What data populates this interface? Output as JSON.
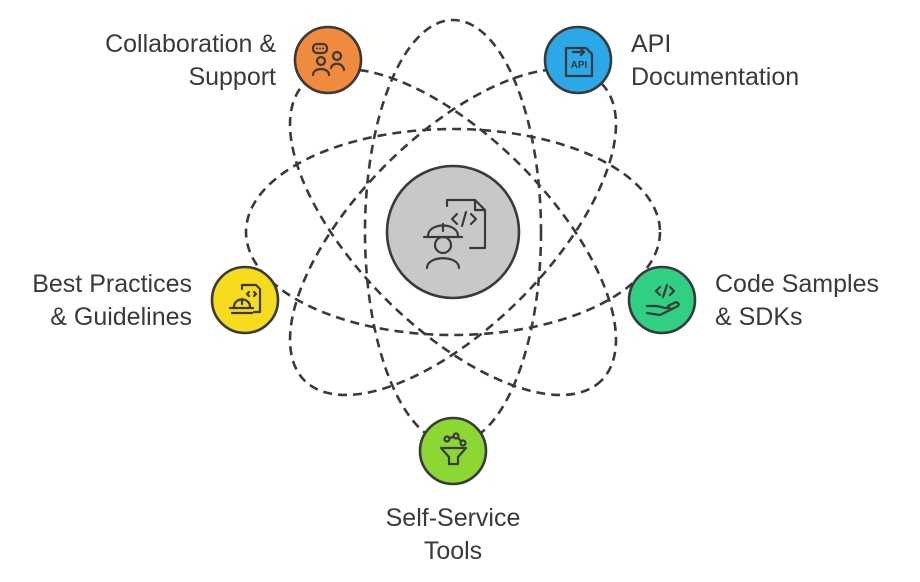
{
  "center": {
    "icon": "developer-icon",
    "color": "#c8c8c8"
  },
  "nodes": [
    {
      "id": "collaboration",
      "icon": "people-chat-icon",
      "color": "#f08a3c",
      "lines": [
        "Collaboration &",
        "Support"
      ]
    },
    {
      "id": "api-documentation",
      "icon": "api-document-icon",
      "color": "#2aa8e8",
      "lines": [
        "API",
        "Documentation"
      ]
    },
    {
      "id": "best-practices",
      "icon": "document-hardhat-icon",
      "color": "#f6dc1c",
      "lines": [
        "Best Practices",
        "& Guidelines"
      ]
    },
    {
      "id": "code-samples",
      "icon": "hand-code-icon",
      "color": "#2fcf84",
      "lines": [
        "Code Samples",
        "& SDKs"
      ]
    },
    {
      "id": "self-service",
      "icon": "funnel-network-icon",
      "color": "#8bd832",
      "lines": [
        "Self-Service",
        "Tools"
      ]
    }
  ]
}
